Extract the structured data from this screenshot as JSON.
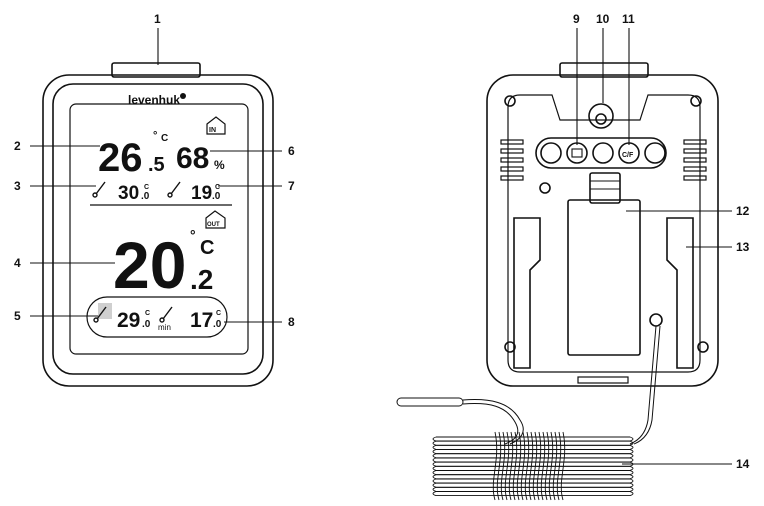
{
  "front": {
    "brand": "levenhuk",
    "indoor_temp_main": "26",
    "indoor_temp_decimal": ".5",
    "indoor_humidity": "68",
    "humidity_unit": "%",
    "indoor_max_main": "30",
    "indoor_max_decimal": ".0",
    "indoor_min_main": "19",
    "indoor_min_decimal": ".0",
    "in_label": "IN",
    "out_label": "OUT",
    "outdoor_temp_main": "20",
    "outdoor_temp_decimal": ".2",
    "outdoor_max_main": "29",
    "outdoor_max_decimal": ".0",
    "outdoor_min_main": "17",
    "outdoor_min_decimal": ".0",
    "min_label": "min",
    "degree_symbol": "°",
    "unit_letter": "C"
  },
  "back": {
    "button_cf_label": "C/F"
  },
  "callouts": [
    "1",
    "2",
    "3",
    "4",
    "5",
    "6",
    "7",
    "8",
    "9",
    "10",
    "11",
    "12",
    "13",
    "14"
  ],
  "colors": {
    "line": "#111111",
    "background": "#ffffff"
  }
}
